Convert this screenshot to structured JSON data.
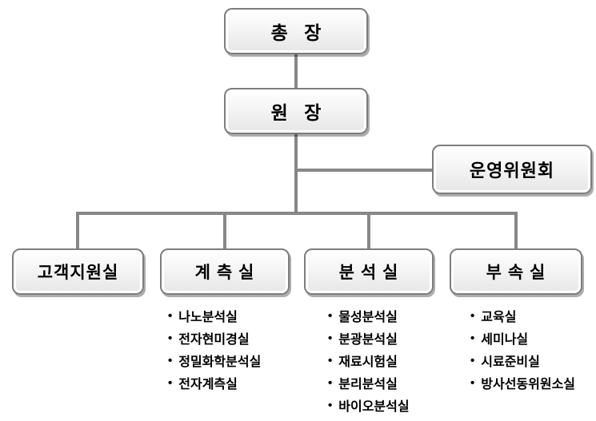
{
  "chart": {
    "type": "org-chart",
    "president": {
      "label": "총 장"
    },
    "director": {
      "label": "원 장"
    },
    "committee": {
      "label": "운영위원회"
    },
    "departments": [
      {
        "label": "고객지원실",
        "items": []
      },
      {
        "label": "계 측 실",
        "items": [
          "나노분석실",
          "전자현미경실",
          "정밀화학분석실",
          "전자계측실"
        ]
      },
      {
        "label": "분 석 실",
        "items": [
          "물성분석실",
          "분광분석실",
          "재료시험실",
          "분리분석실",
          "바이오분석실"
        ]
      },
      {
        "label": "부 속 실",
        "items": [
          "교육실",
          "세미나실",
          "시료준비실",
          "방사선동위원소실"
        ]
      }
    ],
    "bullet": "•",
    "colors": {
      "background": "#ffffff",
      "line": "#878787",
      "box_border": "#7d7d7d",
      "box_fill_top": "#ffffff",
      "box_fill_bottom": "#e6e6e6",
      "text": "#000000"
    }
  }
}
